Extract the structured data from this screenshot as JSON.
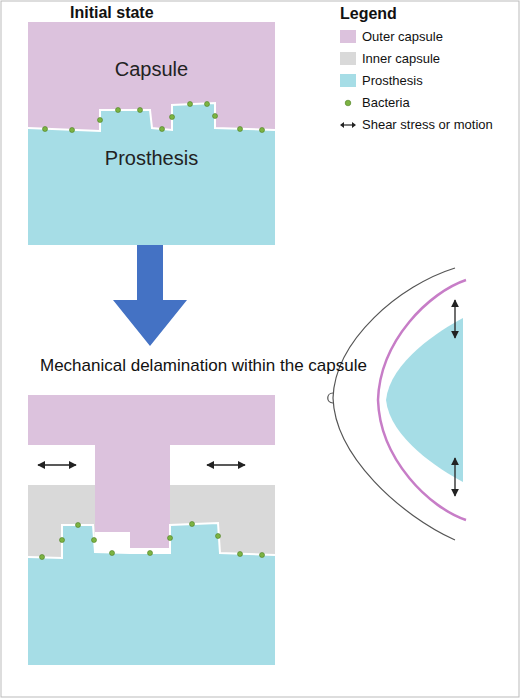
{
  "diagram": {
    "nodes": [
      {
        "text": [
          "Capsule"
        ]
      },
      {
        "text": [
          "Prosthesis"
        ]
      }
    ],
    "labels": [
      "Initial state",
      "Legend",
      "Mechanical delamination within the capsule"
    ],
    "legend": [
      {
        "text": "Outer capsule",
        "color": "#dcc2dd"
      },
      {
        "text": "Inner capsule",
        "color": "#d9d9d9"
      },
      {
        "text": "Prosthesis",
        "color": "#a6dde6"
      },
      {
        "text": "Bacteria"
      },
      {
        "text": "Shear stress or motion"
      }
    ]
  }
}
